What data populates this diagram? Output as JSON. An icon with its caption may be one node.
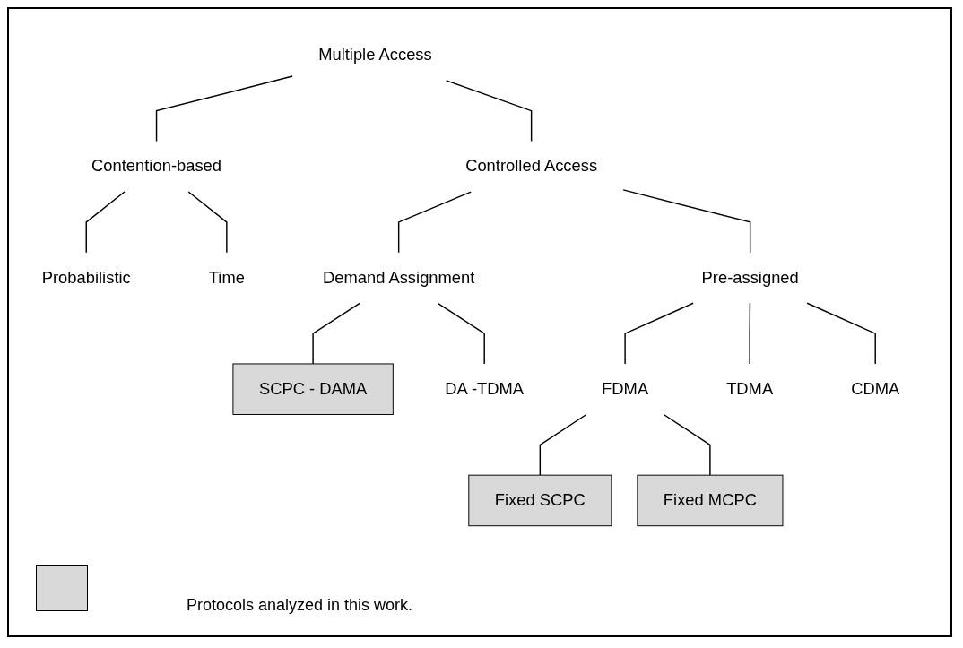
{
  "diagram": {
    "nodes": [
      {
        "text": [
          "Multiple Access"
        ]
      },
      {
        "text": [
          "Contention-based"
        ]
      },
      {
        "text": [
          "Controlled Access"
        ]
      },
      {
        "text": [
          "Probabilistic"
        ]
      },
      {
        "text": [
          "Time"
        ]
      },
      {
        "text": [
          "Demand Assignment"
        ]
      },
      {
        "text": [
          "Pre-assigned"
        ]
      },
      {
        "text": [
          "SCPC - DAMA"
        ]
      },
      {
        "text": [
          "DA -TDMA"
        ]
      },
      {
        "text": [
          "FDMA"
        ]
      },
      {
        "text": [
          "TDMA"
        ]
      },
      {
        "text": [
          "CDMA"
        ]
      },
      {
        "text": [
          "Fixed SCPC"
        ]
      },
      {
        "text": [
          "Fixed MCPC"
        ]
      }
    ],
    "edges": [
      {
        "from": 0,
        "to": 1,
        "arrow": "none"
      },
      {
        "from": 0,
        "to": 2,
        "arrow": "none"
      },
      {
        "from": 1,
        "to": 3,
        "arrow": "none"
      },
      {
        "from": 1,
        "to": 4,
        "arrow": "none"
      },
      {
        "from": 2,
        "to": 5,
        "arrow": "none"
      },
      {
        "from": 2,
        "to": 6,
        "arrow": "none"
      },
      {
        "from": 5,
        "to": 7,
        "arrow": "none"
      },
      {
        "from": 5,
        "to": 8,
        "arrow": "none"
      },
      {
        "from": 6,
        "to": 9,
        "arrow": "none"
      },
      {
        "from": 6,
        "to": 10,
        "arrow": "none"
      },
      {
        "from": 6,
        "to": 11,
        "arrow": "none"
      },
      {
        "from": 9,
        "to": 12,
        "arrow": "none"
      },
      {
        "from": 9,
        "to": 13,
        "arrow": "none"
      }
    ],
    "legend": [
      {
        "text": "Protocols analyzed in this work.",
        "color": "#d9d9d9"
      }
    ]
  }
}
